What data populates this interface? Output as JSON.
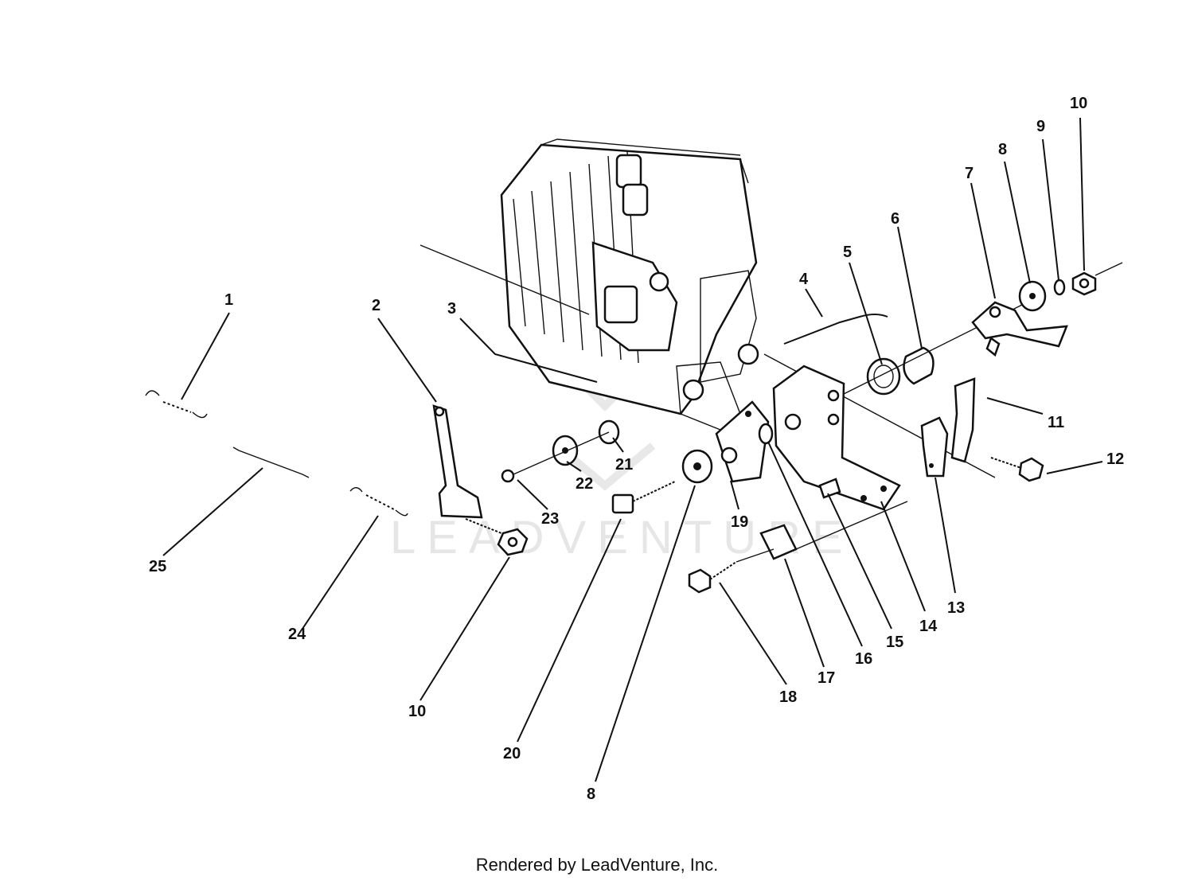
{
  "watermark": "LEADVENTURE",
  "footer": "Rendered by LeadVenture, Inc.",
  "callouts": [
    "1",
    "2",
    "3",
    "4",
    "5",
    "6",
    "7",
    "8",
    "9",
    "10",
    "11",
    "12",
    "13",
    "14",
    "15",
    "16",
    "17",
    "18",
    "19",
    "20",
    "21",
    "22",
    "23",
    "24",
    "25",
    "10",
    "8"
  ]
}
